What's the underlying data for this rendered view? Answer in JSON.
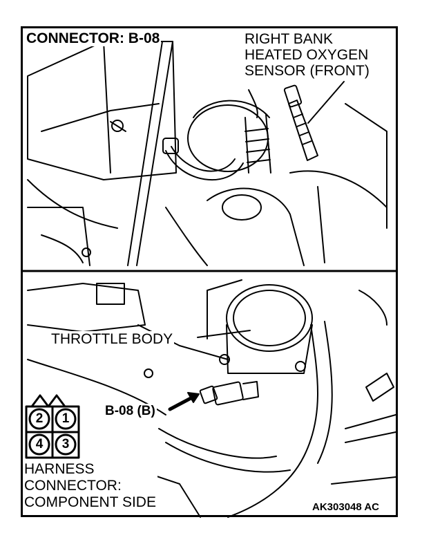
{
  "connector_title": "CONNECTOR: B-08",
  "sensor_label": [
    "RIGHT BANK",
    "HEATED OXYGEN",
    "SENSOR (FRONT)"
  ],
  "throttle_label": "THROTTLE BODY",
  "connector_pointer_label": "B-08 (B)",
  "connector_pins": [
    "2",
    "1",
    "4",
    "3"
  ],
  "harness_label": [
    "HARNESS",
    "CONNECTOR:",
    "COMPONENT SIDE"
  ],
  "figure_code": "AK303048 AC"
}
